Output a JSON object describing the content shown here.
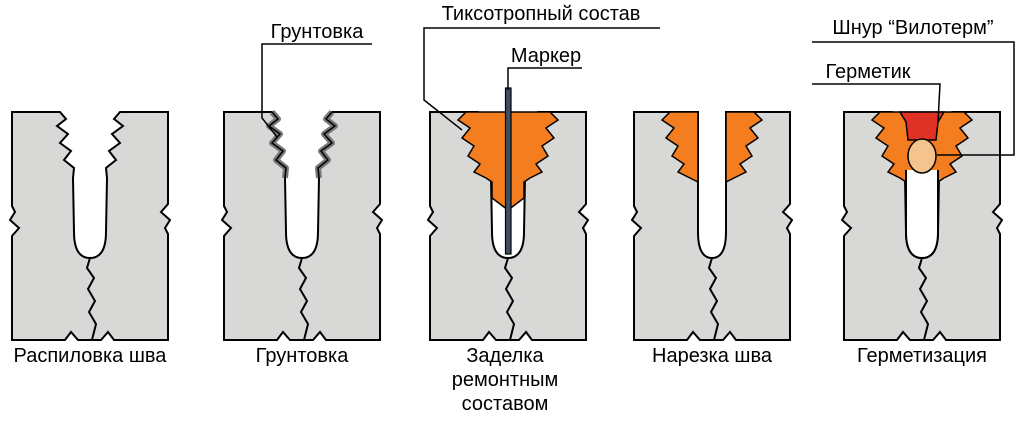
{
  "colors": {
    "concrete": "#d8d8d6",
    "outline": "#000000",
    "primer": "#787878",
    "compound": "#f47d20",
    "sealant": "#e03127",
    "cord": "#f5c48e",
    "marker_rod": "#3f4e63",
    "background": "#ffffff"
  },
  "callouts": {
    "primer": "Грунтовка",
    "thixotropic": "Тиксотропный состав",
    "marker": "Маркер",
    "cord": "Шнур “Вилотерм”",
    "sealant": "Герметик"
  },
  "captions": {
    "stage1": "Распиловка шва",
    "stage2": "Грунтовка",
    "stage3_line1": "Заделка",
    "stage3_line2": "ремонтным",
    "stage3_line3": "составом",
    "stage4": "Нарезка шва",
    "stage5": "Герметизация"
  }
}
